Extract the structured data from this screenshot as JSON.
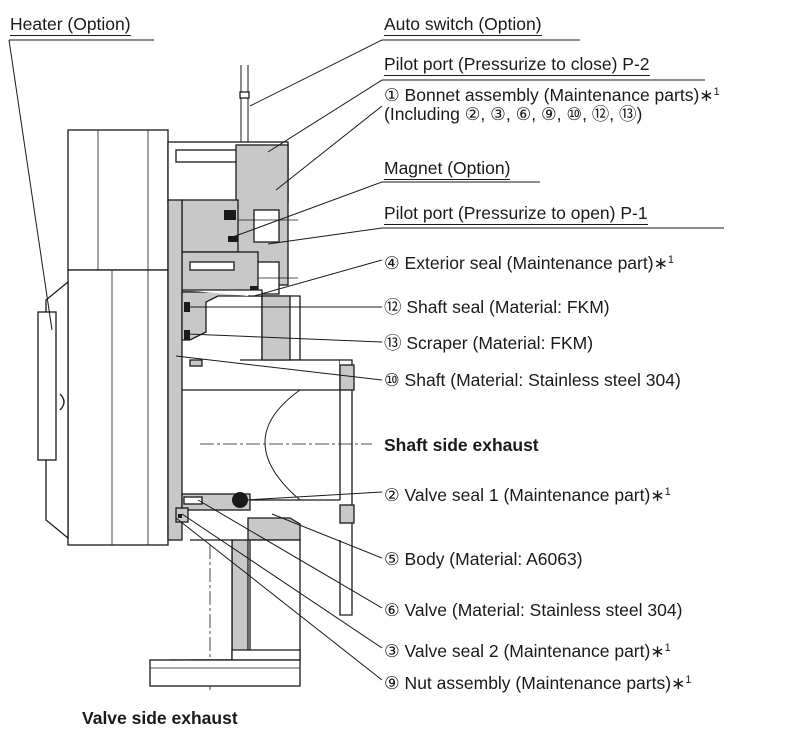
{
  "labels": {
    "heater": "Heater (Option)",
    "auto_switch": "Auto switch (Option)",
    "pilot_close": "Pilot port (Pressurize to close) P-2",
    "bonnet_line1": "① Bonnet assembly (Maintenance parts)",
    "bonnet_line2": "(Including ②, ③, ⑥, ⑨, ⑩, ⑫, ⑬)",
    "magnet": "Magnet (Option)",
    "pilot_open": "Pilot port (Pressurize to open) P-1",
    "exterior_seal": "④ Exterior seal (Maintenance part)",
    "shaft_seal": "⑫ Shaft seal (Material: FKM)",
    "scraper": "⑬ Scraper (Material: FKM)",
    "shaft": "⑩ Shaft (Material: Stainless steel 304)",
    "shaft_side_exhaust": "Shaft side exhaust",
    "valve_seal_1": "② Valve seal 1 (Maintenance part)",
    "body": "⑤ Body (Material: A6063)",
    "valve": "⑥ Valve (Material: Stainless steel 304)",
    "valve_seal_2": "③ Valve seal 2 (Maintenance part)",
    "nut_assembly": "⑨ Nut assembly (Maintenance parts)",
    "valve_side_exhaust": "Valve side exhaust"
  },
  "footnote_mark": "∗",
  "footnote_number": "1",
  "colors": {
    "line": "#1a1a1a",
    "part_fill": "#c8c8c8",
    "background": "#ffffff"
  }
}
